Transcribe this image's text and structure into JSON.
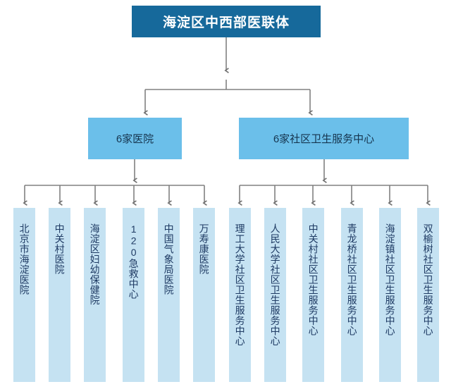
{
  "diagram": {
    "type": "organizational-hierarchy",
    "title": "海淀区中西部医联体",
    "accent_colors": {
      "root_fill": "#16699B",
      "root_text": "#FFFFFF",
      "group_fill": "#6BBFEA",
      "group_text": "#16354F",
      "leaf_fill": "#C5E2F2",
      "leaf_text": "#1F3B64",
      "connector": "#808080",
      "background": "#FFFFFF"
    },
    "groups": [
      {
        "label": "6家医院",
        "children": [
          {
            "label": "北京市海淀医院"
          },
          {
            "label": "中关村医院"
          },
          {
            "label": "海淀区妇幼保健院"
          },
          {
            "label": "120急救中心"
          },
          {
            "label": "中国气象局医院"
          },
          {
            "label": "万寿康医院"
          }
        ]
      },
      {
        "label": "6家社区卫生服务中心",
        "children": [
          {
            "label": "理工大学社区卫生服务中心"
          },
          {
            "label": "人民大学社区卫生服务中心"
          },
          {
            "label": "中关村社区卫生服务中心"
          },
          {
            "label": "青龙桥社区卫生服务中心"
          },
          {
            "label": "海淀镇社区卫生服务中心"
          },
          {
            "label": "双榆树社区卫生服务中心"
          }
        ]
      }
    ]
  }
}
